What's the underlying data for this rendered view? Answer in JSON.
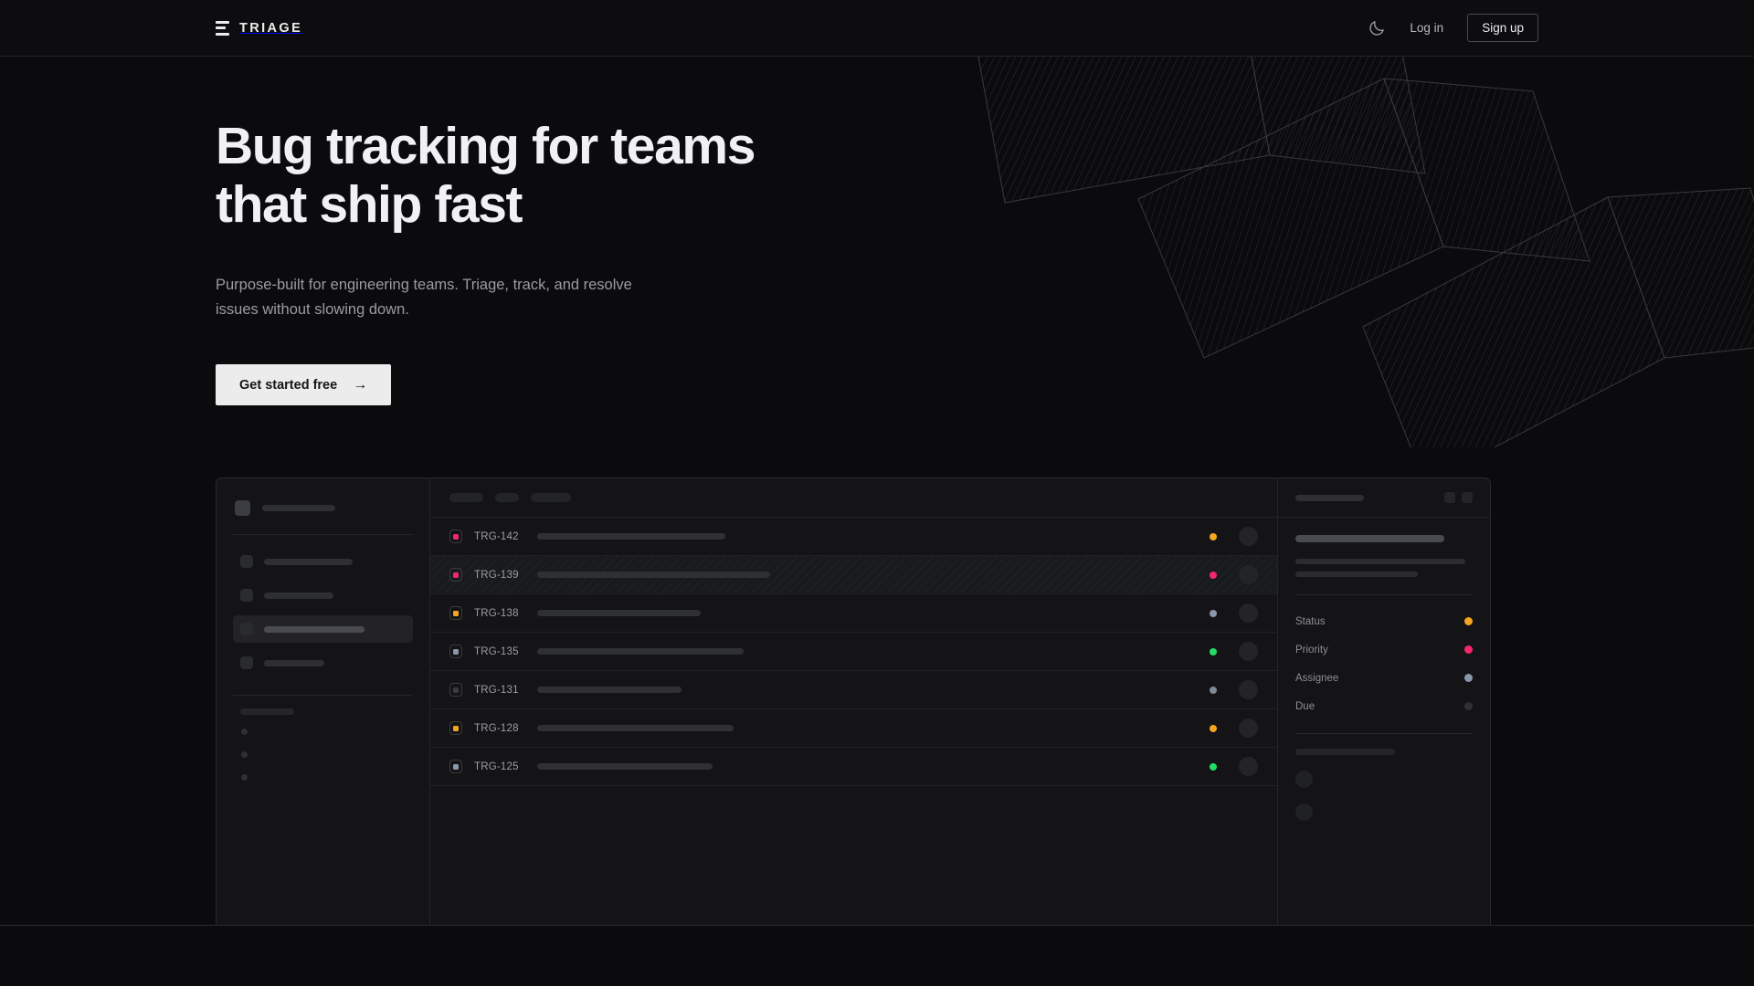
{
  "header": {
    "brand": {
      "icon": "triage-bars-logo",
      "name": "TRIAGE"
    },
    "theme_toggle_icon": "moon-icon",
    "login_label": "Log in",
    "signup_label": "Sign up"
  },
  "hero": {
    "title": "Bug tracking for teams that ship fast",
    "title_line1": "Bug tracking for teams",
    "title_line2": "that ship fast",
    "subtitle": "Purpose-built for engineering teams. Triage, track, and resolve issues without slowing down.",
    "cta_label": "Get started free",
    "cta_arrow": "→"
  },
  "colors": {
    "page_bg": "#0b0b0d",
    "header_bg": "#0d0d0f",
    "panel_bg": "#141416",
    "border": "#2a2a2d",
    "text_primary": "#f1f1f3",
    "text_muted": "#9b9ba1",
    "cta_bg": "#ececed",
    "status_orange": "#f5a524",
    "status_pink": "#f3286a",
    "status_blue": "#8a97ab",
    "status_green": "#22dd66",
    "status_none": "#3a3b40"
  },
  "mock": {
    "sidebar": {
      "project_placeholder": "project-name-skeleton",
      "nav_items": [
        {
          "id": "nav-1",
          "active": false,
          "width": 97
        },
        {
          "id": "nav-2",
          "active": false,
          "width": 76
        },
        {
          "id": "nav-3",
          "active": true,
          "width": 110
        },
        {
          "id": "nav-4",
          "active": false,
          "width": 66
        }
      ],
      "section_label_width": 59,
      "sub_items": [
        {
          "id": "sub-1"
        },
        {
          "id": "sub-2"
        },
        {
          "id": "sub-3"
        }
      ]
    },
    "toolbar": {
      "filters": [
        {
          "id": "filter-1",
          "width": 37
        },
        {
          "id": "filter-2",
          "width": 26
        },
        {
          "id": "filter-3",
          "width": 44
        }
      ]
    },
    "issues": [
      {
        "key": "TRG-142",
        "priority_color": "#f3286a",
        "status_color": "#f5a524",
        "title_width": 206,
        "selected": false
      },
      {
        "key": "TRG-139",
        "priority_color": "#f3286a",
        "status_color": "#f3286a",
        "title_width": 255,
        "selected": true
      },
      {
        "key": "TRG-138",
        "priority_color": "#f5a524",
        "status_color": "#8a97ab",
        "title_width": 179,
        "selected": false
      },
      {
        "key": "TRG-135",
        "priority_color": "#8a97ab",
        "status_color": "#22dd66",
        "title_width": 226,
        "selected": false
      },
      {
        "key": "TRG-131",
        "priority_color": "#3a3b40",
        "status_color": "#7e8998",
        "title_width": 158,
        "selected": false
      },
      {
        "key": "TRG-128",
        "priority_color": "#f5a524",
        "status_color": "#f5a524",
        "title_width": 215,
        "selected": false
      },
      {
        "key": "TRG-125",
        "priority_color": "#8a97ab",
        "status_color": "#22dd66",
        "title_width": 192,
        "selected": false
      }
    ],
    "detail": {
      "header_placeholder": "issue-title-skeleton",
      "actions": [
        {
          "id": "detail-action-1",
          "icon": "square-button-icon"
        },
        {
          "id": "detail-action-2",
          "icon": "square-button-icon"
        }
      ],
      "description_lines": [
        96,
        69
      ],
      "meta": [
        {
          "label": "Status",
          "color": "#f5a524"
        },
        {
          "label": "Priority",
          "color": "#f3286a"
        },
        {
          "label": "Assignee",
          "color": "#8a97ab"
        },
        {
          "label": "Due",
          "color": "#303136"
        }
      ],
      "comments": [
        {
          "id": "comment-1"
        },
        {
          "id": "comment-2"
        }
      ]
    }
  }
}
